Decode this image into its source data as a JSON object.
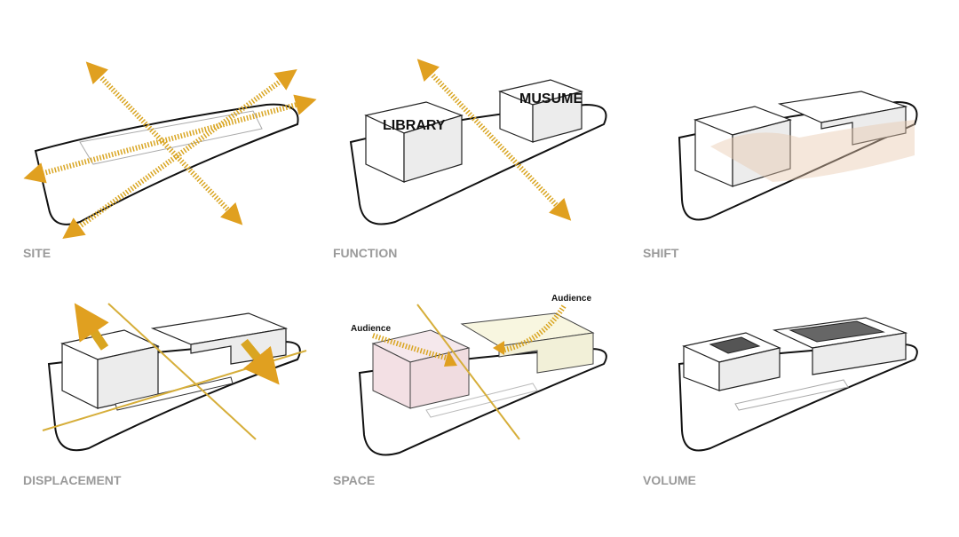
{
  "panels": [
    {
      "label": "SITE"
    },
    {
      "label": "FUNCTION",
      "tags": [
        "LIBRARY",
        "MUSUME"
      ]
    },
    {
      "label": "SHIFT"
    },
    {
      "label": "DISPLACEMENT"
    },
    {
      "label": "SPACE",
      "tags": [
        "Audience",
        "Audience"
      ]
    },
    {
      "label": "VOLUME"
    }
  ],
  "colors": {
    "accent": "#d9a521",
    "label": "#9a9a9a"
  }
}
